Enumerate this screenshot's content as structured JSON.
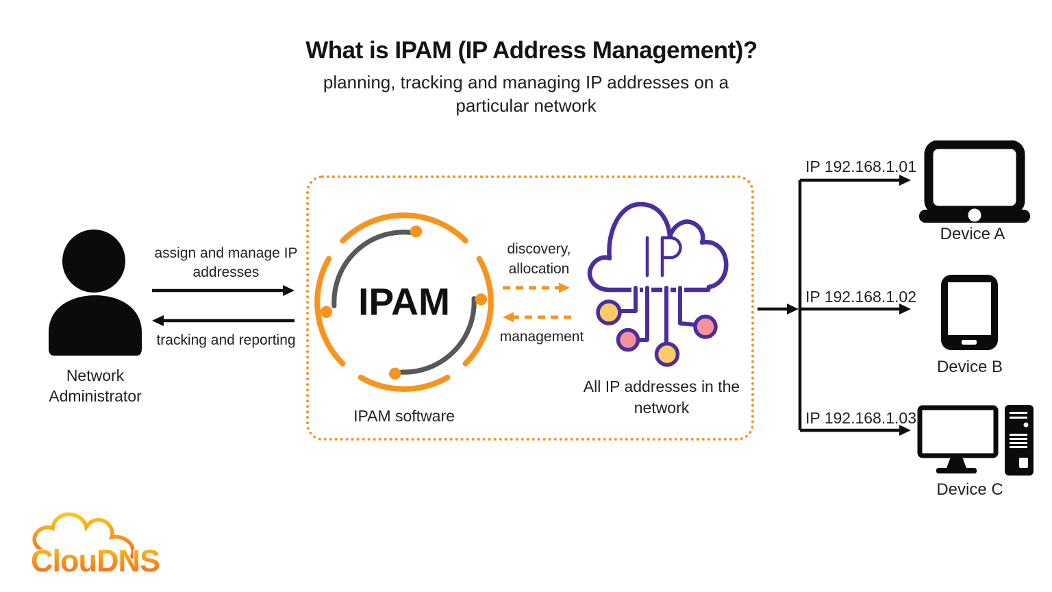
{
  "title": "What is IPAM (IP Address Management)?",
  "subtitle_lines": [
    "planning, tracking and managing IP addresses on a",
    "particular network"
  ],
  "admin": {
    "label_lines": [
      "Network",
      "Administrator"
    ],
    "assign_lines": [
      "assign and manage IP",
      "addresses"
    ],
    "tracking_label": "tracking and reporting"
  },
  "ipam": {
    "center_text": "IPAM",
    "software_label": "IPAM software",
    "discovery_lines": [
      "discovery,",
      "allocation"
    ],
    "management_label": "management",
    "cloud_label": "IP",
    "cloud_caption_lines": [
      "All IP addresses in the",
      "network"
    ]
  },
  "devices": [
    {
      "ip": "IP 192.168.1.01",
      "name": "Device A",
      "icon": "laptop-icon"
    },
    {
      "ip": "IP 192.168.1.02",
      "name": "Device B",
      "icon": "tablet-icon"
    },
    {
      "ip": "IP 192.168.1.03",
      "name": "Device C",
      "icon": "desktop-tower-icon"
    }
  ],
  "logo": {
    "text": "ClouDNS"
  },
  "colors": {
    "orange": "#F7941D",
    "purple": "#4B2E9E",
    "gray_arc": "#57585A",
    "yellow_node": "#F9CB66",
    "pink_node": "#F4929C",
    "line_black": "#0f0f0f"
  }
}
